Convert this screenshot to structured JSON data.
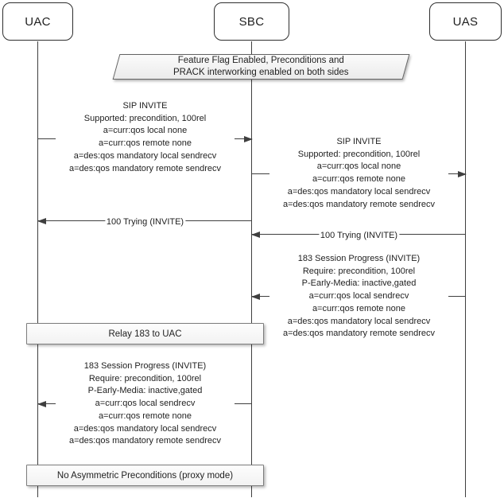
{
  "actors": [
    {
      "label": "UAC"
    },
    {
      "label": "SBC"
    },
    {
      "label": "UAS"
    }
  ],
  "banner": {
    "lines": [
      "Feature Flag Enabled, Preconditions and",
      "PRACK interworking enabled on both sides"
    ]
  },
  "messages": [
    {
      "name": "sip-invite-uac-to-sbc",
      "from": "UAC",
      "to": "SBC",
      "direction": "right",
      "lines": [
        "SIP INVITE",
        "Supported: precondition, 100rel",
        "a=curr:qos local none",
        "a=curr:qos remote none",
        "a=des:qos mandatory local sendrecv",
        "a=des:qos mandatory remote sendrecv"
      ]
    },
    {
      "name": "sip-invite-sbc-to-uas",
      "from": "SBC",
      "to": "UAS",
      "direction": "right",
      "lines": [
        "SIP INVITE",
        "Supported: precondition, 100rel",
        "a=curr:qos local none",
        "a=curr:qos remote none",
        "a=des:qos mandatory local sendrecv",
        "a=des:qos mandatory remote sendrecv"
      ]
    },
    {
      "name": "100-trying-sbc-to-uac",
      "from": "SBC",
      "to": "UAC",
      "direction": "left",
      "label": "100 Trying (INVITE)"
    },
    {
      "name": "100-trying-uas-to-sbc",
      "from": "UAS",
      "to": "SBC",
      "direction": "left",
      "label": "100 Trying (INVITE)"
    },
    {
      "name": "183-session-progress-uas-to-sbc",
      "from": "UAS",
      "to": "SBC",
      "direction": "left",
      "lines": [
        "183 Session Progress (INVITE)",
        "Require: precondition, 100rel",
        "P-Early-Media: inactive,gated",
        "a=curr:qos local sendrecv",
        "a=curr:qos remote none",
        "a=des:qos mandatory local sendrecv",
        "a=des:qos mandatory remote sendrecv"
      ]
    },
    {
      "name": "183-session-progress-sbc-to-uac",
      "from": "SBC",
      "to": "UAC",
      "direction": "left",
      "lines": [
        "183 Session Progress (INVITE)",
        "Require: precondition, 100rel",
        "P-Early-Media: inactive,gated",
        "a=curr:qos local sendrecv",
        "a=curr:qos remote none",
        "a=des:qos mandatory local sendrecv",
        "a=des:qos mandatory remote sendrecv"
      ]
    }
  ],
  "notes": [
    {
      "label": "Relay 183 to UAC"
    },
    {
      "label": "No Asymmetric Preconditions (proxy mode)"
    }
  ],
  "colors": {
    "line": "#3f3f3f",
    "text": "#1f1f1f",
    "note_border": "#7d7d7d"
  }
}
